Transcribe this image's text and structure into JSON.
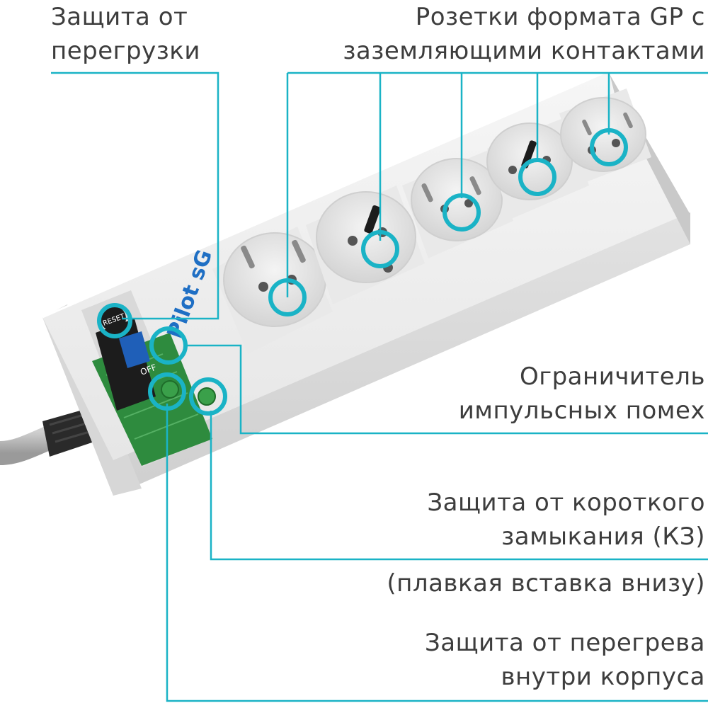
{
  "callouts": {
    "overload": {
      "line1": "Защита от",
      "line2": "перегрузки"
    },
    "sockets": {
      "line1": "Розетки формата GP с",
      "line2": "заземляющими контактами"
    },
    "surge": {
      "line1": "Ограничитель",
      "line2": "импульсных помех"
    },
    "short_circuit": {
      "line1": "Защита от короткого",
      "line2": "замыкания (КЗ)",
      "note": "(плавкая вставка внизу)"
    },
    "overheat": {
      "line1": "Защита от перегрева",
      "line2": "внутри корпуса"
    }
  },
  "device": {
    "brand_logo": "Pilot sG",
    "reset_label": "RESET",
    "switch_off_label": "OFF",
    "socket_count": 5
  },
  "colors": {
    "accent": "#1ab3c6",
    "text": "#3d3d3d",
    "housing": "#ececec",
    "board": "#2e8b3e",
    "switch": "#1c1c1c",
    "logo": "#1f6fc4"
  },
  "icons": {
    "marker": "ring-marker",
    "reset": "reset-button-icon",
    "switch": "power-switch-icon"
  }
}
